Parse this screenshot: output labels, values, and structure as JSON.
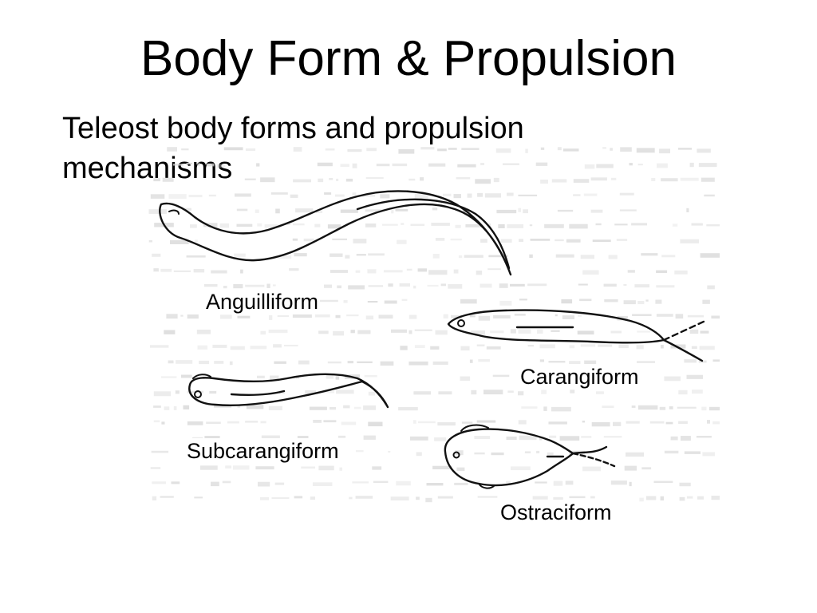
{
  "slide": {
    "title": "Body Form & Propulsion",
    "subtitle": "Teleost body forms and propulsion mechanisms"
  },
  "figure": {
    "labels": {
      "anguilliform": "Anguilliform",
      "carangiform": "Carangiform",
      "subcarangiform": "Subcarangiform",
      "ostraciform": "Ostraciform"
    },
    "colors": {
      "outline": "#111111",
      "background_text_noise": "#d9d9d9"
    }
  }
}
